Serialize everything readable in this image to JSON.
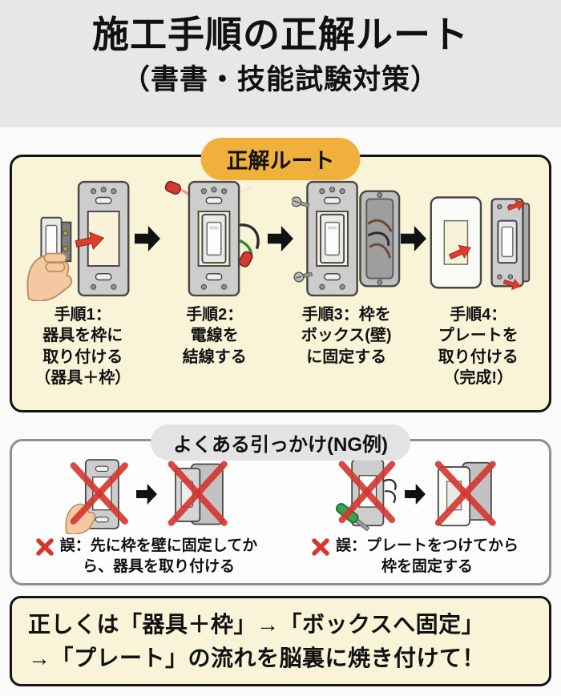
{
  "colors": {
    "header_bg": "#e8e6e7",
    "page_bg": "#fafafa",
    "panel_cream": "#f9f4d8",
    "badge_orange": "#f0b13c",
    "badge_gray": "#e3e2e4",
    "border_black": "#141414",
    "border_gray": "#8f8f8f",
    "ng_red": "#d5362f",
    "arrow_black": "#111111",
    "wire_green": "#2e8b3d",
    "wire_black": "#2b2b2b",
    "connector_red": "#d23b33",
    "skin": "#f4c9a2"
  },
  "header": {
    "title": "施工手順の正解ルート",
    "subtitle": "（書書・技能試験対策）"
  },
  "correct_route": {
    "badge": "正解ルート",
    "steps": [
      {
        "icon": "hand-attaching-switch-to-frame",
        "caption": "手順1：\n器具を枠に\n取り付ける\n（器具＋枠）"
      },
      {
        "icon": "switch-with-wire-connectors",
        "caption": "手順2：\n電線を\n結線する"
      },
      {
        "icon": "frame-screwed-to-wall-box",
        "caption": "手順3：枠を\nボックス(壁)\nに固定する"
      },
      {
        "icon": "plate-attached-to-switch",
        "caption": "手順4：\nプレートを\n取り付ける\n（完成!）"
      }
    ]
  },
  "ng_section": {
    "badge": "よくある引っかけ(NG例)",
    "items": [
      {
        "icon_left": "hand-fixing-frame-first",
        "icon_right": "switch-in-box",
        "caption": "誤：先に枠を壁に固定してか\nら、器具を取り付ける"
      },
      {
        "icon_left": "screwdriver-fixing-frame-with-wires",
        "icon_right": "plate-on-box",
        "caption": "誤：プレートをつけてから\n枠を固定する"
      }
    ]
  },
  "summary": {
    "text": "正しくは「器具＋枠」→「ボックスへ固定」\n→「プレート」の流れを脳裏に焼き付けて！"
  }
}
